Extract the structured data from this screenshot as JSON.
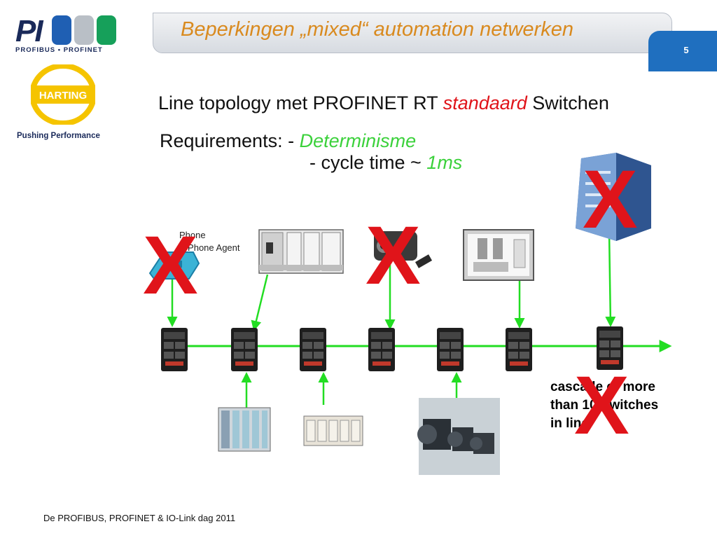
{
  "header": {
    "title": "Beperkingen „mixed“ automation netwerken",
    "page_number": "5"
  },
  "logos": {
    "pi_text": "PI",
    "pi_subtext": "PROFIBUS • PROFINET",
    "harting_text": "HARTING",
    "tagline": "Pushing Performance"
  },
  "content": {
    "subtitle_prefix": "Line topology met PROFINET RT ",
    "subtitle_emph": "standaard",
    "subtitle_suffix": " Switchen",
    "req_label": "Requirements: - ",
    "req_item1": "Determinisme",
    "req_item2_prefix": "- cycle time ~ ",
    "req_item2_value": "1ms",
    "phone_line1": "Phone",
    "phone_line2": "P Phone Agent",
    "cascade_line1": "cascade of more",
    "cascade_line2": "than 10 Switches",
    "cascade_line3": "in line",
    "x_mark": "X"
  },
  "footer": {
    "text": "De PROFIBUS, PROFINET & IO-Link dag 2011"
  },
  "colors": {
    "title": "#d98a1f",
    "page_tab": "#1f6fbf",
    "emphasis_red": "#e0141a",
    "emphasis_green": "#3bd13b",
    "network_line": "#22dd22",
    "harting_yellow": "#f5c400"
  }
}
